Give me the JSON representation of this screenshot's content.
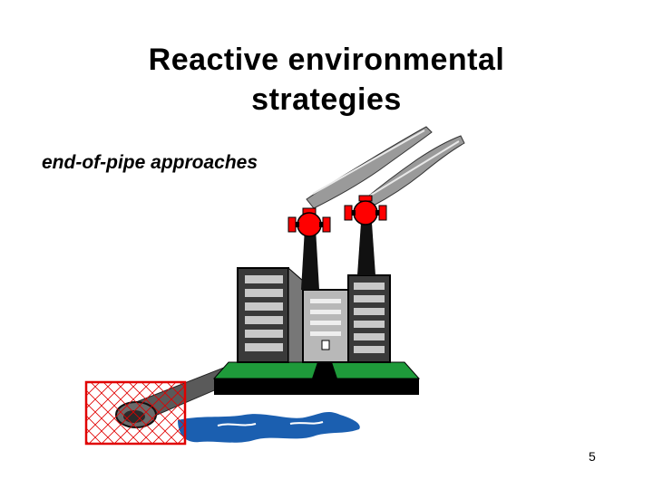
{
  "slide": {
    "title_line1": "Reactive environmental",
    "title_line2": "strategies",
    "subtitle": "end-of-pipe approaches",
    "page_number": "5"
  },
  "illustration": {
    "subject": "factory-with-smokestacks",
    "filter_box_color": "#e00000",
    "smoke_color": "#9a9a9a",
    "valve_color": "#ff0000",
    "ground_color": "#1e9a3a",
    "water_color": "#1b5fb0"
  }
}
